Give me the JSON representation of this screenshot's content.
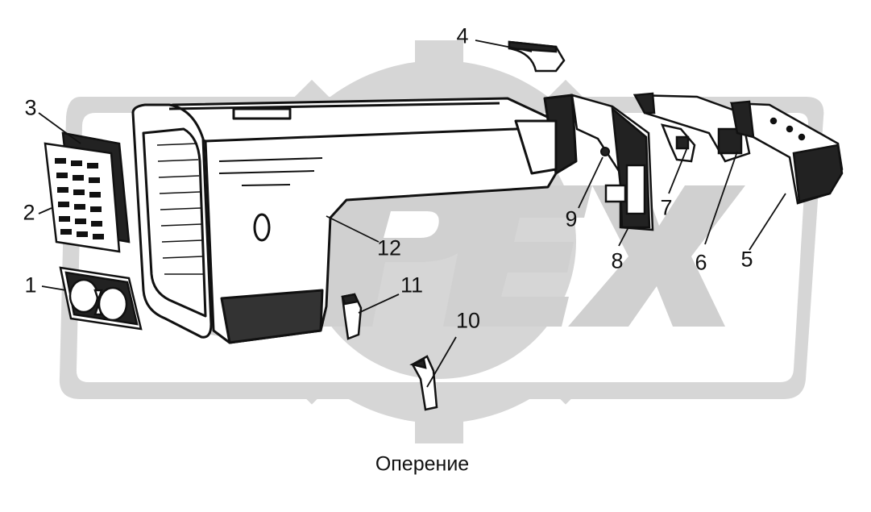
{
  "caption": "Оперение",
  "watermark": {
    "text": "OPEX",
    "color": "#d4d4d4"
  },
  "callouts": [
    {
      "id": "1",
      "label": "1"
    },
    {
      "id": "2",
      "label": "2"
    },
    {
      "id": "3",
      "label": "3"
    },
    {
      "id": "4",
      "label": "4"
    },
    {
      "id": "5",
      "label": "5"
    },
    {
      "id": "6",
      "label": "6"
    },
    {
      "id": "7",
      "label": "7"
    },
    {
      "id": "8",
      "label": "8"
    },
    {
      "id": "9",
      "label": "9"
    },
    {
      "id": "10",
      "label": "10"
    },
    {
      "id": "11",
      "label": "11"
    },
    {
      "id": "12",
      "label": "12"
    }
  ],
  "colors": {
    "ink": "#111111",
    "paper": "#ffffff",
    "watermark": "#d4d4d4"
  }
}
